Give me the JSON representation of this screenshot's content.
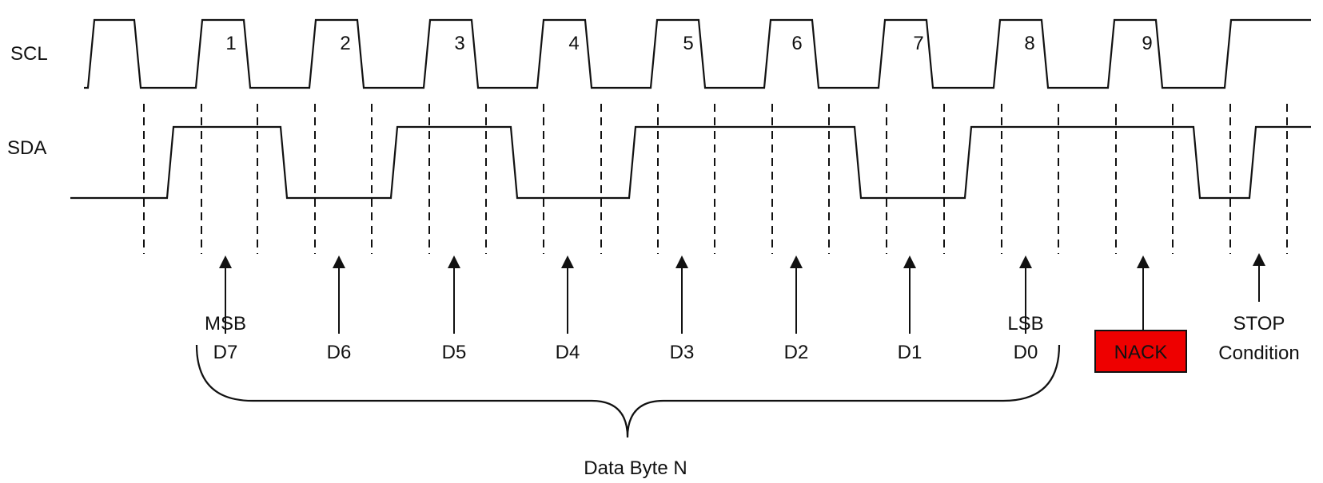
{
  "signals": {
    "scl": "SCL",
    "sda": "SDA"
  },
  "clock_numbers": [
    "1",
    "2",
    "3",
    "4",
    "5",
    "6",
    "7",
    "8",
    "9"
  ],
  "bits": [
    {
      "top": "MSB",
      "bottom": "D7"
    },
    {
      "top": "",
      "bottom": "D6"
    },
    {
      "top": "",
      "bottom": "D5"
    },
    {
      "top": "",
      "bottom": "D4"
    },
    {
      "top": "",
      "bottom": "D3"
    },
    {
      "top": "",
      "bottom": "D2"
    },
    {
      "top": "",
      "bottom": "D1"
    },
    {
      "top": "LSB",
      "bottom": "D0"
    }
  ],
  "nack": {
    "label": "NACK",
    "color": "#ee0000",
    "border": "#111111",
    "text_color": "#ffffff"
  },
  "stop": {
    "line1": "STOP",
    "line2": "Condition"
  },
  "byte_label": "Data Byte N"
}
